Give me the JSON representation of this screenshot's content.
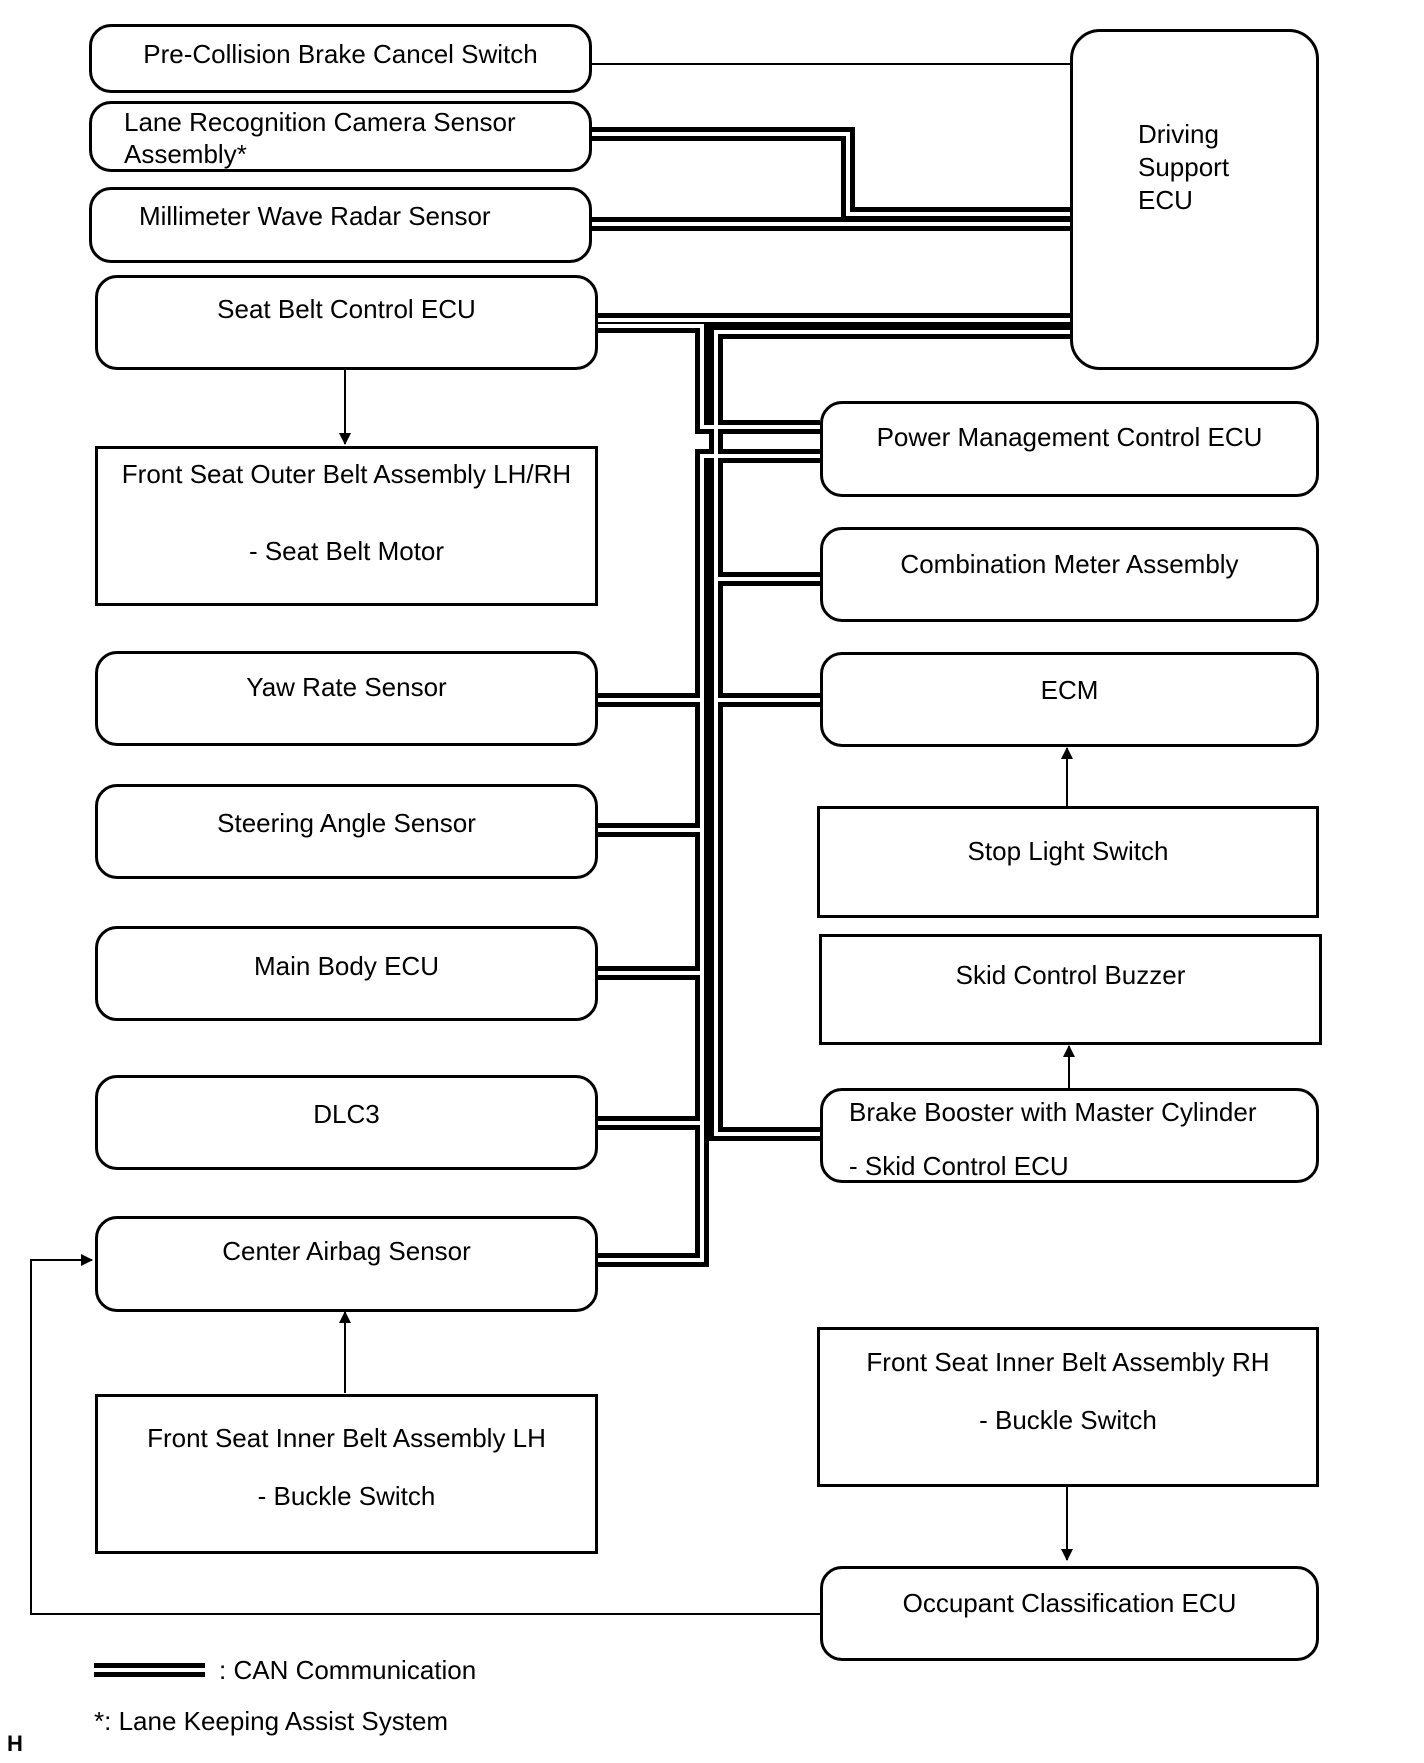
{
  "components": {
    "pre_collision_brake_cancel_switch": "Pre-Collision Brake Cancel Switch",
    "lane_recognition_camera": [
      "Lane Recognition Camera Sensor",
      "Assembly*"
    ],
    "millimeter_wave_radar": "Millimeter Wave Radar Sensor",
    "driving_support_ecu": [
      "Driving",
      "Support",
      "ECU"
    ],
    "seat_belt_control_ecu": "Seat Belt Control ECU",
    "front_seat_outer_belt": [
      "Front Seat Outer Belt Assembly LH/RH",
      "- Seat Belt Motor"
    ],
    "yaw_rate_sensor": "Yaw Rate Sensor",
    "steering_angle_sensor": "Steering Angle Sensor",
    "main_body_ecu": "Main Body ECU",
    "dlc3": "DLC3",
    "center_airbag_sensor": "Center Airbag Sensor",
    "front_seat_inner_belt_lh": [
      "Front Seat Inner Belt Assembly LH",
      "- Buckle Switch"
    ],
    "power_management_control_ecu": "Power Management Control ECU",
    "combination_meter_assembly": "Combination Meter Assembly",
    "ecm": "ECM",
    "stop_light_switch": "Stop Light Switch",
    "skid_control_buzzer": "Skid Control Buzzer",
    "brake_booster": [
      "Brake Booster with Master Cylinder",
      "- Skid Control ECU"
    ],
    "front_seat_inner_belt_rh": [
      "Front Seat Inner Belt Assembly RH",
      "- Buckle Switch"
    ],
    "occupant_classification_ecu": "Occupant Classification ECU"
  },
  "legend": {
    "can_communication": ": CAN Communication",
    "footnote": "*: Lane Keeping Assist System"
  },
  "corner_mark": "H"
}
